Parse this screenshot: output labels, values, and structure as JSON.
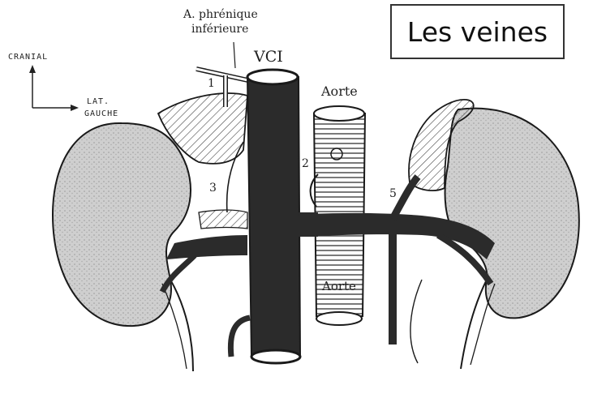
{
  "title": "Les veines",
  "orientation": {
    "up": "CRANIAL",
    "right_line1": "LAT.",
    "right_line2": "GAUCHE"
  },
  "labels": {
    "artery_line1": "A. phrénique",
    "artery_line2": "inférieure",
    "vci": "VCI",
    "aorte_top": "Aorte",
    "aorte_bottom": "Aorte",
    "n1": "1",
    "n2": "2",
    "n3": "3",
    "n5": "5"
  },
  "colors": {
    "vein": "#2b2b2b",
    "kidney": "#cfcfcf",
    "outline": "#1a1a1a"
  }
}
